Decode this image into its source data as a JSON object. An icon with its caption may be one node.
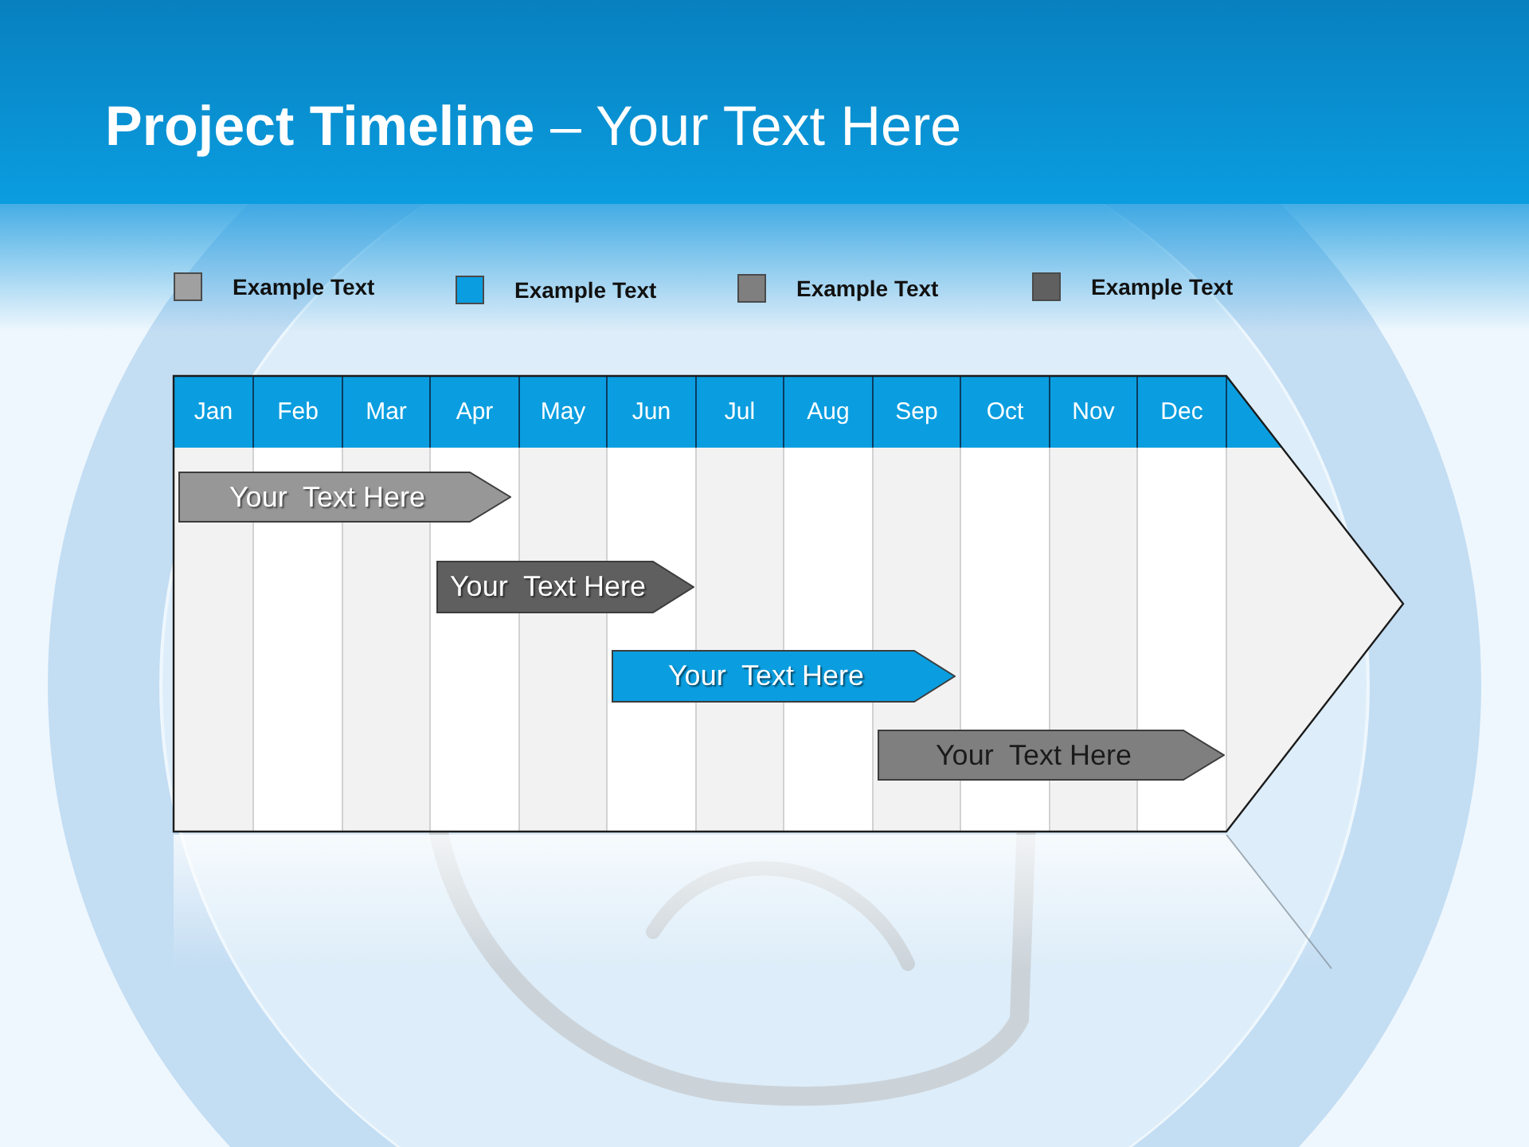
{
  "diagram": {
    "title": "**Project Timeline** – Your Text Here",
    "nodes": [
      {
        "text": [
          "Your  Text Here"
        ]
      },
      {
        "text": [
          "Your  Text Here"
        ]
      },
      {
        "text": [
          "Your  Text Here"
        ]
      },
      {
        "text": [
          "Your  Text Here"
        ]
      }
    ],
    "edges": [],
    "labels": [
      "Jan",
      "Feb",
      "Mar",
      "Apr",
      "May",
      "Jun",
      "Jul",
      "Aug",
      "Sep",
      "Oct",
      "Nov",
      "Dec"
    ],
    "legend": [
      {
        "text": "Example Text",
        "color": "#a0a0a0"
      },
      {
        "text": "Example Text",
        "color": "#0a9ee0"
      },
      {
        "text": "Example Text",
        "color": "#7f7f7f"
      },
      {
        "text": "Example Text",
        "color": "#606060"
      }
    ]
  }
}
